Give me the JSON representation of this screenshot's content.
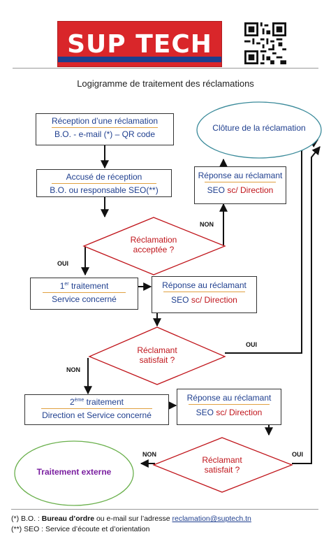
{
  "logo": {
    "text": "SUP TECH"
  },
  "title": "Logigramme de traitement des réclamations",
  "nodes": {
    "reception": {
      "line1": "Réception d’une réclamation",
      "line2": "B.O. - e-mail (*) – QR code"
    },
    "accuse": {
      "line1": "Accusé de réception",
      "line2": "B.O. ou responsable SEO(**)"
    },
    "cloture": {
      "text": "Clôture de la réclamation"
    },
    "rep1": {
      "line1": "Réponse au réclamant",
      "seo": "SEO",
      "sc": "sc",
      "dir": "/ Direction"
    },
    "decision1": {
      "line1": "Réclamation",
      "line2": "acceptée ?"
    },
    "traitement1": {
      "sup": "er",
      "line1a": "1",
      "line1b": " traitement",
      "line2": "Service concerné"
    },
    "rep2": {
      "line1": "Réponse au réclamant",
      "seo": "SEO",
      "sc": "sc",
      "dir": "/ Direction"
    },
    "decision2": {
      "line1": "Réclamant",
      "line2": "satisfait ?"
    },
    "traitement2": {
      "sup": "ème",
      "line1a": "2",
      "line1b": " traitement",
      "line2": "Direction et Service concerné"
    },
    "rep3": {
      "line1": "Réponse au réclamant",
      "seo": "SEO",
      "sc": "sc",
      "dir": "/ Direction"
    },
    "decision3": {
      "line1": "Réclamant",
      "line2": "satisfait ?"
    },
    "externe": {
      "text": "Traitement externe"
    }
  },
  "labels": {
    "non1": "NON",
    "oui1": "OUI",
    "oui2": "OUI",
    "non2": "NON",
    "non3": "NON",
    "oui3": "OUI"
  },
  "footer": {
    "line1_prefix": "(*) B.O. : ",
    "line1_bold": "Bureau d’ordre",
    "line1_mid": " ou e-mail sur l’adresse ",
    "line1_email": "reclamation@suptech.tn",
    "line2": "(**) SEO : Service d’écoute et d’orientation"
  },
  "colors": {
    "logo_red": "#d9262a",
    "logo_blue": "#1b3f8f",
    "text_blue": "#1f3f8f",
    "text_red": "#c0151b",
    "external": "#7a1fa0",
    "ellipse_border": "#3a8a9a",
    "external_border": "#6ab04c"
  }
}
